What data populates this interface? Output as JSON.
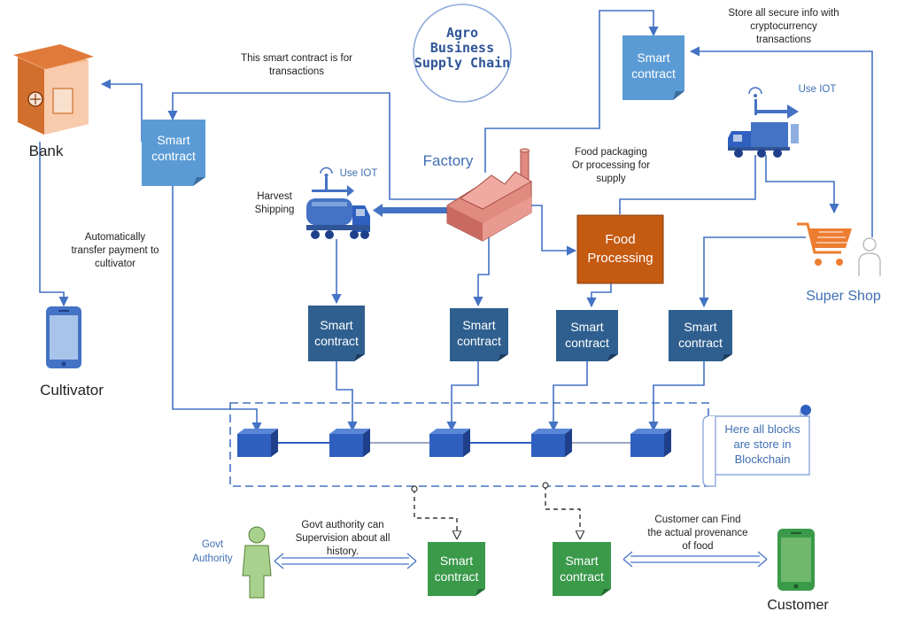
{
  "title": "Agro Business Supply Chain",
  "nodes": {
    "bank": "Bank",
    "cultivator": "Cultivator",
    "factory": "Factory",
    "food_processing_line1": "Food",
    "food_processing_line2": "Processing",
    "super_shop": "Super Shop",
    "customer": "Customer",
    "govt_authority_line1": "Govt",
    "govt_authority_line2": "Authority",
    "use_iot_truck": "Use IOT",
    "use_iot_van": "Use IOT",
    "harvest_shipping_line1": "Harvest",
    "harvest_shipping_line2": "Shipping"
  },
  "smart_contract": {
    "line1": "Smart",
    "line2": "contract"
  },
  "annotations": {
    "transactions_line1": "This smart contract is  for",
    "transactions_line2": "transactions",
    "secure_line1": "Store all secure info with",
    "secure_line2": "cryptocurrency",
    "secure_line3": "transactions",
    "packaging_line1": "Food packaging",
    "packaging_line2": "Or processing for",
    "packaging_line3": "supply",
    "auto_line1": "Automatically",
    "auto_line2": "transfer payment to",
    "auto_line3": "cultivator",
    "govt_line1": "Govt authority can",
    "govt_line2": "Supervision about all",
    "govt_line3": "history.",
    "customer_line1": "Customer can Find",
    "customer_line2": "the actual provenance",
    "customer_line3": "of food",
    "blockchain_line1": "Here all blocks",
    "blockchain_line2": "are store in",
    "blockchain_line3": "Blockchain"
  },
  "title_lines": {
    "line1": "Agro",
    "line2": "Business",
    "line3": "Supply Chain"
  },
  "colors": {
    "arrow": "#4472c4",
    "contract_light": "#5b9bd5",
    "contract_dark": "#2f5f8f",
    "contract_green": "#3a9a4a",
    "food_processing": "#c55a11",
    "block": "#2f5fbf",
    "factory": "#e08a80"
  }
}
